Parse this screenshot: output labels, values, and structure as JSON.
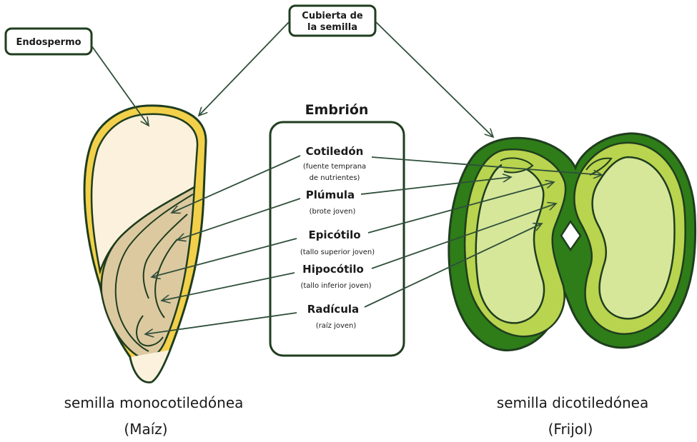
{
  "labels": {
    "endosperm": "Endospermo",
    "seed_coat_line1": "Cubierta de",
    "seed_coat_line2": "la semilla",
    "embryo_title": "Embrión"
  },
  "terms": [
    {
      "name": "Cotiledón",
      "desc_line1": "(fuente temprana",
      "desc_line2": "de nutrientes)"
    },
    {
      "name": "Plúmula",
      "desc_line1": "(brote joven)",
      "desc_line2": ""
    },
    {
      "name": "Epicótilo",
      "desc_line1": "(tallo superior joven)",
      "desc_line2": ""
    },
    {
      "name": "Hipocótilo",
      "desc_line1": "(tallo inferior joven)",
      "desc_line2": ""
    },
    {
      "name": "Radícula",
      "desc_line1": "(raíz joven)",
      "desc_line2": ""
    }
  ],
  "captions": {
    "monocot_line1": "semilla monocotiledónea",
    "monocot_line2": "(Maíz)",
    "dicot_line1": "semilla dicotiledónea",
    "dicot_line2": "(Frijol)"
  },
  "colors": {
    "outline": "#1f3d1f",
    "corn_coat": "#f2d04a",
    "corn_endosperm": "#fbf1dc",
    "corn_embryo": "#dcc9a0",
    "bean_dark": "#2e7d18",
    "bean_light": "#d6e79a",
    "bean_mid": "#b9d44e",
    "arrow": "#2f4f3a"
  }
}
